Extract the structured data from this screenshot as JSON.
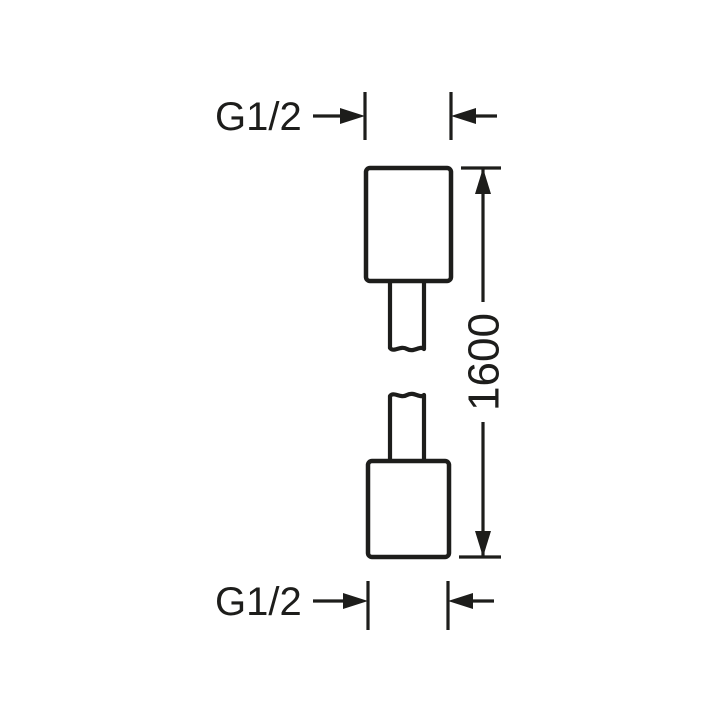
{
  "drawing": {
    "labels": {
      "top_thread": "G1/2",
      "bottom_thread": "G1/2",
      "length": "1600"
    },
    "colors": {
      "line": "#1d1d1b",
      "background": "#ffffff"
    }
  }
}
